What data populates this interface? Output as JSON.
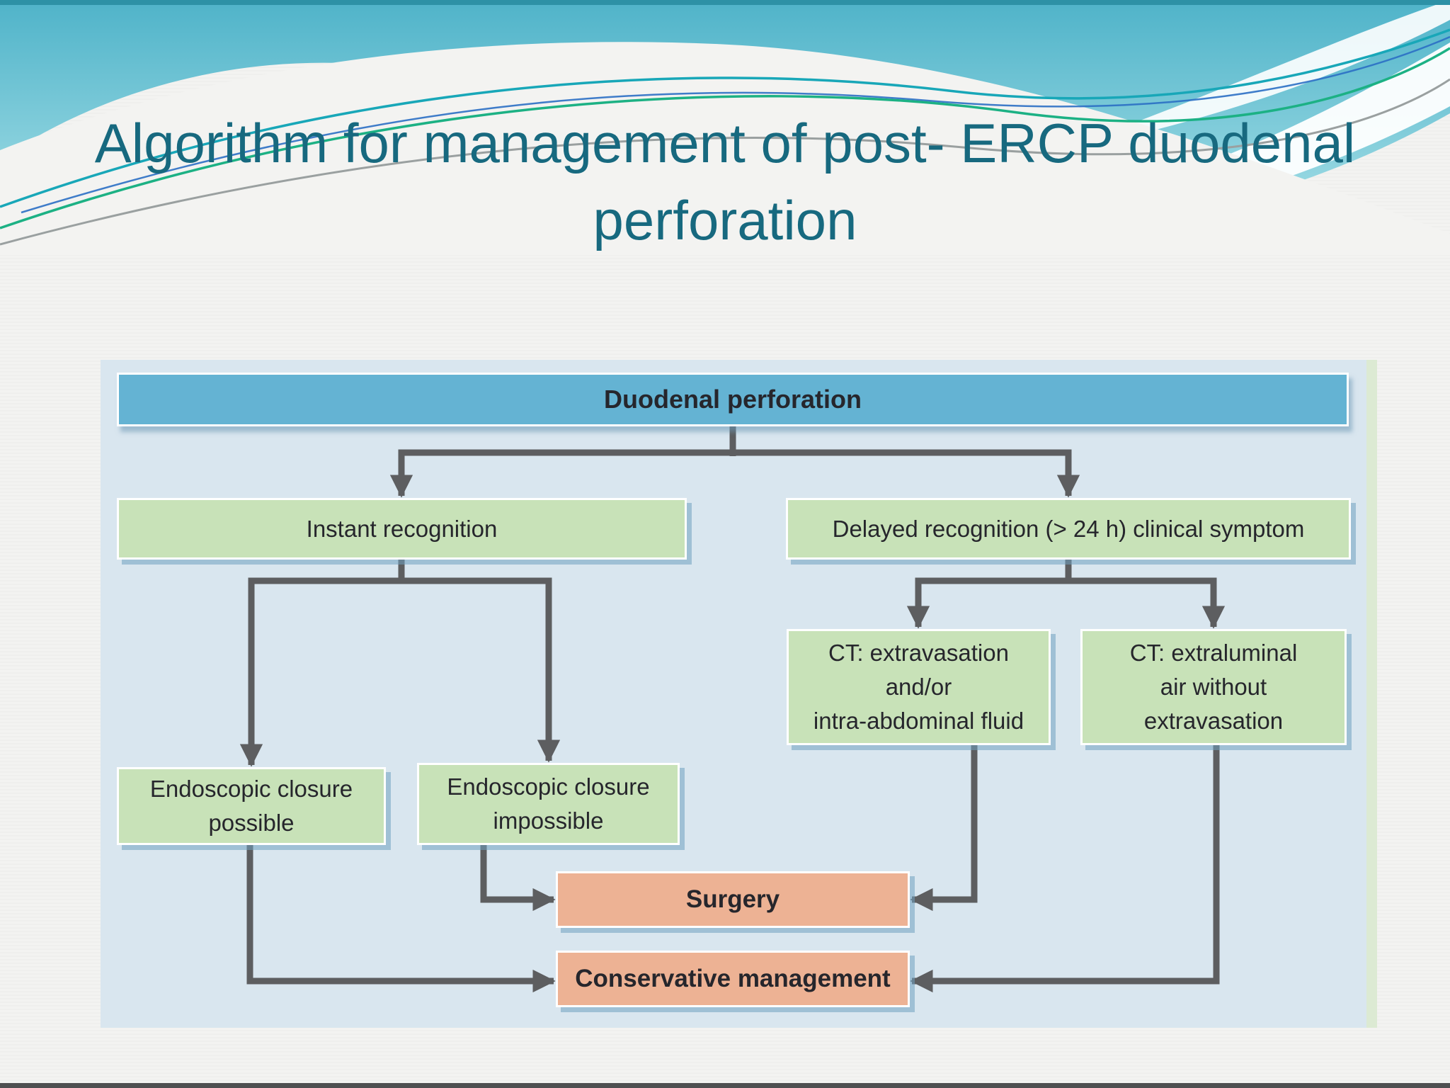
{
  "slide": {
    "title_line1": "Algorithm for management of post-",
    "title_line2": "ERCP duodenal perforation"
  },
  "flowchart": {
    "nodes": {
      "root": {
        "label": "Duodenal perforation"
      },
      "instant": {
        "label": "Instant recognition"
      },
      "delayed": {
        "label": "Delayed recognition (> 24 h) clinical symptom"
      },
      "ct_extravasation": {
        "line1": "CT: extravasation",
        "line2": "and/or",
        "line3": "intra-abdominal fluid"
      },
      "ct_extraluminal": {
        "line1": "CT: extraluminal",
        "line2": "air without",
        "line3": "extravasation"
      },
      "endoscopic_possible": {
        "line1": "Endoscopic closure",
        "line2": "possible"
      },
      "endoscopic_impossible": {
        "line1": "Endoscopic closure",
        "line2": "impossible"
      },
      "surgery": {
        "label": "Surgery"
      },
      "conservative": {
        "label": "Conservative management"
      }
    },
    "edges": [
      {
        "from": "root",
        "to": "instant"
      },
      {
        "from": "root",
        "to": "delayed"
      },
      {
        "from": "instant",
        "to": "endoscopic_possible"
      },
      {
        "from": "instant",
        "to": "endoscopic_impossible"
      },
      {
        "from": "delayed",
        "to": "ct_extravasation"
      },
      {
        "from": "delayed",
        "to": "ct_extraluminal"
      },
      {
        "from": "endoscopic_possible",
        "to": "conservative"
      },
      {
        "from": "endoscopic_impossible",
        "to": "surgery"
      },
      {
        "from": "ct_extravasation",
        "to": "surgery"
      },
      {
        "from": "ct_extraluminal",
        "to": "conservative"
      }
    ],
    "colors": {
      "title_teal": "#17697f",
      "panel_background": "#d9e6ef",
      "node_header_blue": "#64b3d3",
      "node_green": "#c8e2b8",
      "node_outcome_salmon": "#edb294",
      "connector_gray": "#5d5e60",
      "wave_teal": "#4fb3c9"
    }
  }
}
